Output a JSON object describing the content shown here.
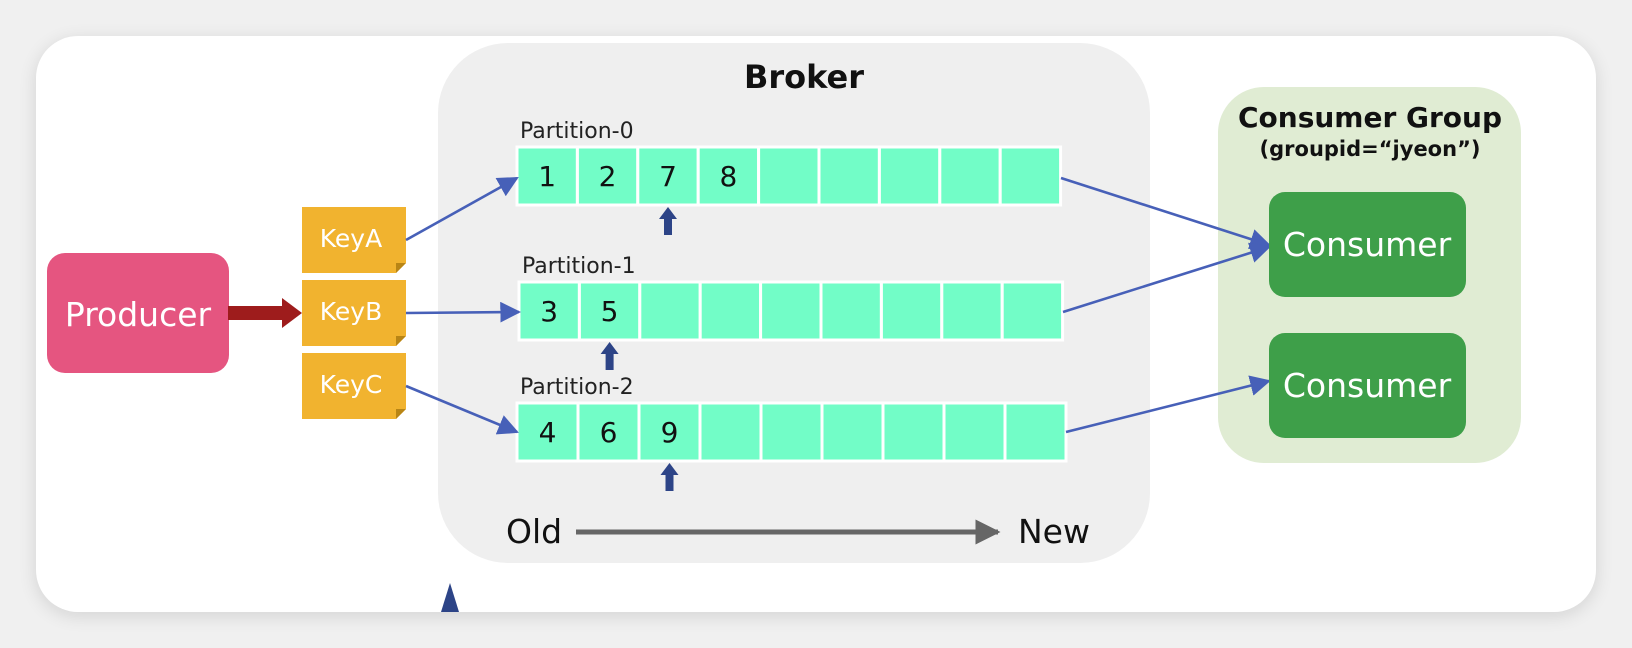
{
  "producer": {
    "label": "Producer",
    "color": "#e55580"
  },
  "keys": [
    {
      "label": "KeyA"
    },
    {
      "label": "KeyB"
    },
    {
      "label": "KeyC"
    }
  ],
  "key_color": "#f1b32f",
  "broker": {
    "title": "Broker",
    "partitions": [
      {
        "label": "Partition-0",
        "cells": [
          "1",
          "2",
          "7",
          "8",
          "",
          "",
          "",
          "",
          ""
        ],
        "offset_index": 2
      },
      {
        "label": "Partition-1",
        "cells": [
          "3",
          "5",
          "",
          "",
          "",
          "",
          "",
          "",
          ""
        ],
        "offset_index": 1
      },
      {
        "label": "Partition-2",
        "cells": [
          "4",
          "6",
          "9",
          "",
          "",
          "",
          "",
          "",
          ""
        ],
        "offset_index": 2
      }
    ],
    "cell_color": "#72fdc7",
    "axis": {
      "old_label": "Old",
      "new_label": "New"
    }
  },
  "consumer_group": {
    "title": "Consumer Group",
    "subtitle": "(groupid=“jyeon”)",
    "consumers": [
      {
        "label": "Consumer"
      },
      {
        "label": "Consumer"
      }
    ],
    "consumer_color": "#3e9f49",
    "group_color": "#e0ecd3"
  },
  "colors": {
    "arrow_blue": "#4760b8",
    "offset_arrow": "#2d4487",
    "producer_arrow": "#9e1c1c",
    "axis_arrow": "#666666"
  }
}
